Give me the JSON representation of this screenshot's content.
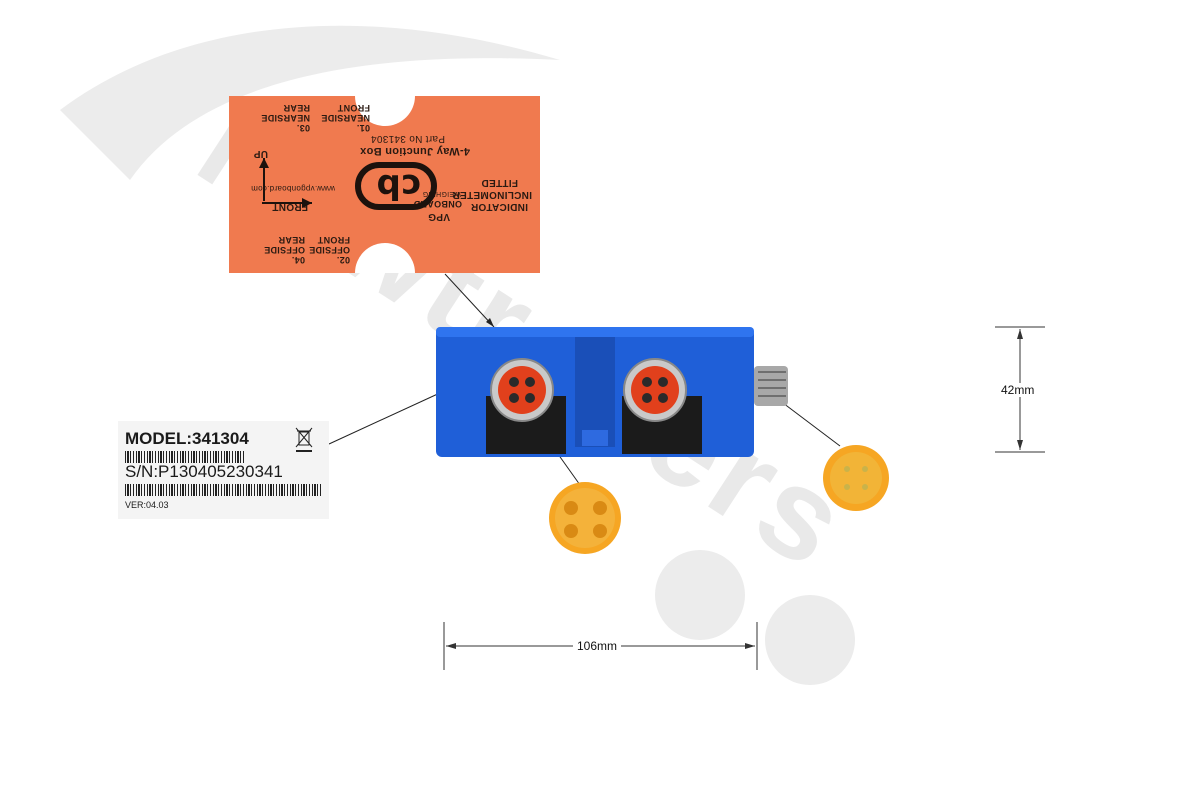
{
  "watermark": {
    "text": "newtrailers",
    "color": "#e6e6e6"
  },
  "orange_label": {
    "indicator": "INDICATOR",
    "inclinometer": "INCLINOMETER",
    "fitted": "FITTED",
    "brand_vpg": "VPG",
    "brand_onboard": "ONBOARD",
    "brand_weighing": "WEIGHING",
    "logo": "cb",
    "title": "4-Way Junction Box",
    "part_no": "Part No 341304",
    "o1": "01.",
    "o1_a": "NEARSIDE",
    "o1_b": "FRONT",
    "o2": "02.",
    "o2_a": "OFFSIDE",
    "o2_b": "FRONT",
    "o3": "03.",
    "o3_a": "NEARSIDE",
    "o3_b": "REAR",
    "o4": "04.",
    "o4_a": "OFFSIDE",
    "o4_b": "REAR",
    "up": "UP",
    "front": "FRONT",
    "website": "www.vpgonboard.com",
    "color": "#f07a4f"
  },
  "model_sticker": {
    "model": "MODEL:341304",
    "serial": "S/N:P130405230341",
    "version": "VER:04.03"
  },
  "dimensions": {
    "width": "106mm",
    "height": "42mm"
  },
  "colors": {
    "housing_blue": "#1f5fd8",
    "connector_orange": "#f6a623",
    "connector_red": "#e1401c"
  }
}
